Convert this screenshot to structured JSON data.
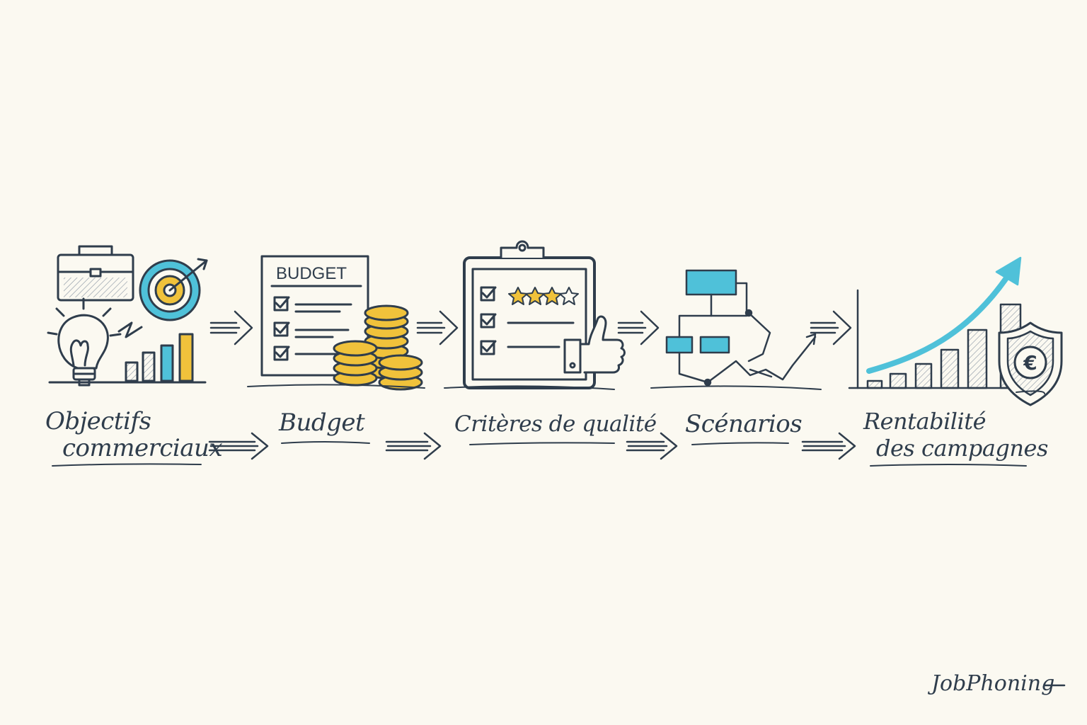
{
  "steps": [
    {
      "label_lines": [
        "Objectifs",
        "commerciaux"
      ],
      "icon": "briefcase-target-bulb-icon"
    },
    {
      "label_lines": [
        "Budget"
      ],
      "icon": "budget-coins-icon"
    },
    {
      "label_lines": [
        "Critères de qualité"
      ],
      "icon": "clipboard-checklist-icon"
    },
    {
      "label_lines": [
        "Scénarios"
      ],
      "icon": "flowchart-icon"
    },
    {
      "label_lines": [
        "Rentabilité",
        "des campagnes"
      ],
      "icon": "growth-chart-shield-icon"
    }
  ],
  "budget_doc_title": "BUDGET",
  "currency_symbol": "€",
  "quality_stars": 3,
  "quality_stars_total": 4,
  "brand": "JobPhoning",
  "colors": {
    "ink": "#2f3d4c",
    "accent_blue": "#4fc1d9",
    "accent_yellow": "#f0c23b",
    "background": "#fbf9f1"
  }
}
